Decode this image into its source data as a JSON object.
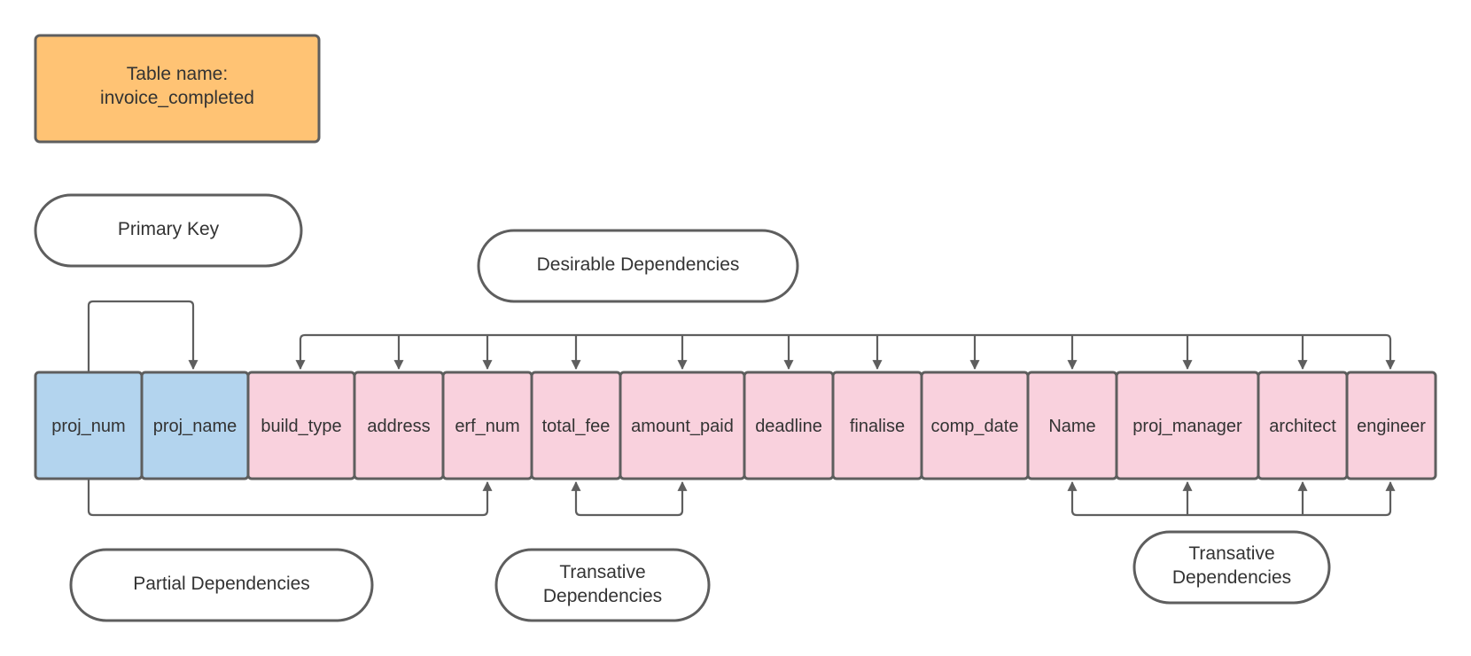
{
  "table_box": {
    "line1": "Table name:",
    "line2": "invoice_completed"
  },
  "labels": {
    "primary_key": "Primary Key",
    "desirable": "Desirable Dependencies",
    "partial": "Partial Dependencies",
    "transitive_left": [
      "Transative",
      "Dependencies"
    ],
    "transitive_right": [
      "Transative",
      "Dependencies"
    ]
  },
  "columns": [
    {
      "name": "proj_num",
      "key": true
    },
    {
      "name": "proj_name",
      "key": true
    },
    {
      "name": "build_type",
      "key": false
    },
    {
      "name": "address",
      "key": false
    },
    {
      "name": "erf_num",
      "key": false
    },
    {
      "name": "total_fee",
      "key": false
    },
    {
      "name": "amount_paid",
      "key": false
    },
    {
      "name": "deadline",
      "key": false
    },
    {
      "name": "finalise",
      "key": false
    },
    {
      "name": "comp_date",
      "key": false
    },
    {
      "name": "Name",
      "key": false
    },
    {
      "name": "proj_manager",
      "key": false
    },
    {
      "name": "architect",
      "key": false
    },
    {
      "name": "engineer",
      "key": false
    }
  ],
  "colors": {
    "table_box_fill": "#FFC374",
    "key_fill": "#B3D4EE",
    "attribute_fill": "#F9D1DD",
    "stroke": "#5E5E5E",
    "text": "#333333"
  }
}
